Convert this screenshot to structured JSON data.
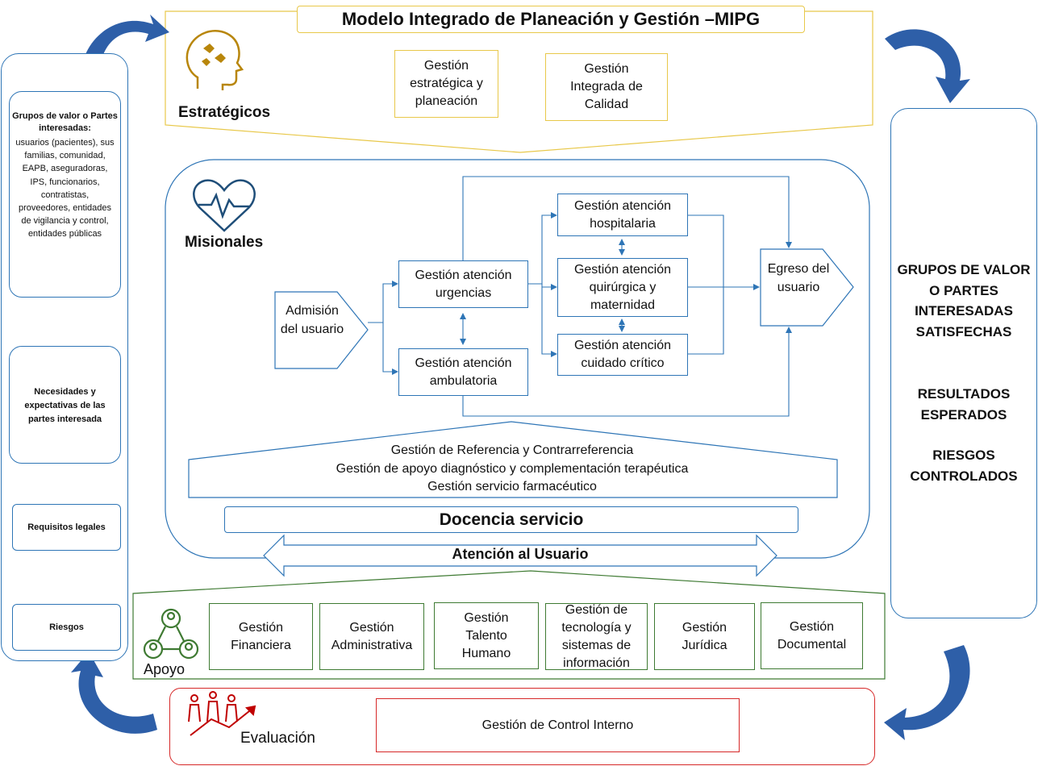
{
  "title": "Modelo Integrado de Planeación y Gestión –MIPG",
  "left_panel": {
    "stakeholders_heading": "Grupos de valor o Partes interesadas:",
    "stakeholders_body": "usuarios (pacientes), sus familias, comunidad, EAPB, aseguradoras, IPS, funcionarios, contratistas, proveedores, entidades de vigilancia y control, entidades públicas",
    "needs": "Necesidades y expectativas de las partes interesada",
    "legal": "Requisitos  legales",
    "risks": "Riesgos"
  },
  "right_panel": {
    "line1": "GRUPOS DE VALOR O PARTES INTERESADAS SATISFECHAS",
    "line2": "RESULTADOS ESPERADOS",
    "line3": "RIESGOS CONTROLADOS"
  },
  "strategic": {
    "label": "Estratégicos",
    "box1": "Gestión estratégica y planeación",
    "box2": "Gestión Integrada de Calidad"
  },
  "missional": {
    "label": "Misionales",
    "admission": "Admisión del usuario",
    "urgencias": "Gestión atención urgencias",
    "ambulatoria": "Gestión atención ambulatoria",
    "hospitalaria": "Gestión atención hospitalaria",
    "quirurgica": "Gestión atención quirúrgica y maternidad",
    "critico": "Gestión atención cuidado crítico",
    "egreso": "Egreso del usuario",
    "support_line1": "Gestión de Referencia y Contrarreferencia",
    "support_line2": "Gestión de apoyo diagnóstico y complementación terapéutica",
    "support_line3": "Gestión servicio farmacéutico",
    "docencia": "Docencia servicio",
    "atencion_usuario": "Atención al Usuario"
  },
  "apoyo": {
    "label": "Apoyo",
    "boxes": [
      "Gestión Financiera",
      "Gestión Administrativa",
      "Gestión Talento Humano",
      "Gestión de tecnología y sistemas de información",
      "Gestión Jurídica",
      "Gestión Documental"
    ]
  },
  "evaluacion": {
    "label": "Evaluación",
    "box": "Gestión de Control Interno"
  },
  "colors": {
    "blue": "#2e75b6",
    "yellow": "#e8c84a",
    "green": "#3e7a32",
    "red": "#d62828",
    "icon_gold": "#b8860b",
    "icon_teal": "#1f4e79",
    "icon_green": "#3e7a32",
    "icon_red": "#c00000"
  },
  "icons": [
    "puzzle-head-icon",
    "heartbeat-icon",
    "team-network-icon",
    "growth-people-icon",
    "people-bulb-icon",
    "question-people-icon",
    "folder-search-icon",
    "gear-head-icon",
    "cheering-people-icon"
  ]
}
